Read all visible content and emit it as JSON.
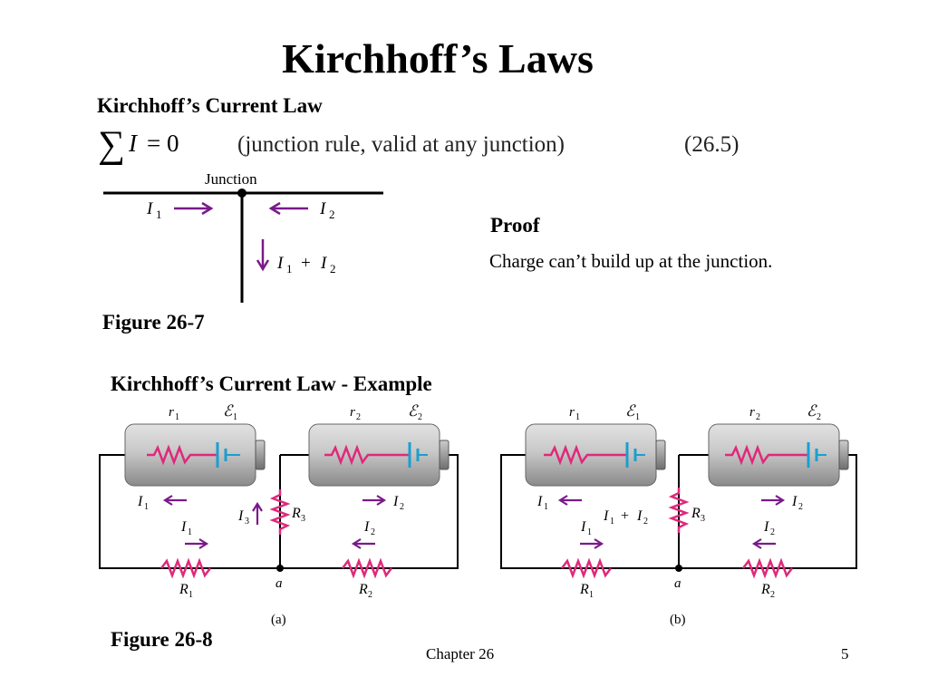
{
  "title": "Kirchhoff’s Laws",
  "kcl": {
    "heading": "Kirchhoff’s Current Law",
    "equation": {
      "sum_symbol": "∑",
      "lhs": "I",
      "equals": "= 0",
      "description": "(junction rule, valid at any junction)",
      "number": "(26.5)"
    }
  },
  "figure_26_7": {
    "junction_label": "Junction",
    "current_1": "I",
    "current_1_sub": "1",
    "current_2": "I",
    "current_2_sub": "2",
    "sum_current": {
      "a": "I",
      "a_sub": "1",
      "plus": "+",
      "b": "I",
      "b_sub": "2"
    },
    "caption": "Figure 26-7"
  },
  "proof": {
    "heading": "Proof",
    "text": "Charge can’t build up at the junction."
  },
  "example": {
    "heading": "Kirchhoff’s Current Law - Example",
    "circuit_a": {
      "r1": "r",
      "r1_sub": "1",
      "e1": "ℰ",
      "e1_sub": "1",
      "r2": "r",
      "r2_sub": "2",
      "e2": "ℰ",
      "e2_sub": "2",
      "i1": "I",
      "i1_sub": "1",
      "i2": "I",
      "i2_sub": "2",
      "i3": "I",
      "i3_sub": "3",
      "R3": "R",
      "R3_sub": "3",
      "R1": "R",
      "R1_sub": "1",
      "R2": "R",
      "R2_sub": "2",
      "node": "a",
      "tag": "(a)"
    },
    "circuit_b": {
      "r1": "r",
      "r1_sub": "1",
      "e1": "ℰ",
      "e1_sub": "1",
      "r2": "r",
      "r2_sub": "2",
      "e2": "ℰ",
      "e2_sub": "2",
      "i1": "I",
      "i1_sub": "1",
      "i2": "I",
      "i2_sub": "2",
      "mid": {
        "a": "I",
        "a_sub": "1",
        "plus": "+",
        "b": "I",
        "b_sub": "2"
      },
      "R3": "R",
      "R3_sub": "3",
      "R1": "R",
      "R1_sub": "1",
      "R2": "R",
      "R2_sub": "2",
      "node": "a",
      "tag": "(b)"
    },
    "caption": "Figure 26-8"
  },
  "footer": {
    "chapter": "Chapter 26",
    "page": "5"
  },
  "colors": {
    "arrow": "#7a1a8a",
    "resistor": "#e0287a",
    "battery_plate": "#1a9fd0",
    "wire": "#000000"
  }
}
